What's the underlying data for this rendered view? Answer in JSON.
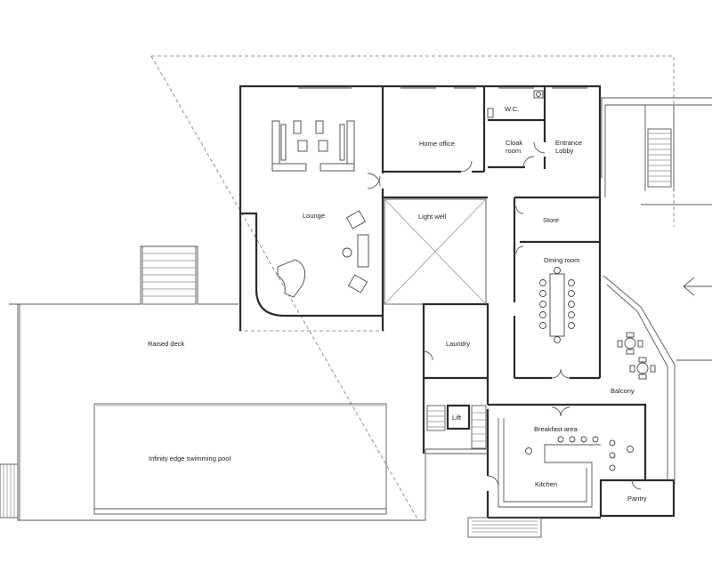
{
  "rooms": {
    "wc": "W.C.",
    "home_office": "Home office",
    "cloak_room_1": "Cloak",
    "cloak_room_2": "room",
    "entrance_lobby_1": "Entrance",
    "entrance_lobby_2": "Lobby",
    "lounge": "Lounge",
    "light_well": "Light well",
    "store": "Store",
    "dining_room": "Dining room",
    "raised_deck": "Raised deck",
    "laundry": "Laundry",
    "balcony": "Balcony",
    "lift": "Lift",
    "breakfast_area": "Breakfast area",
    "pool": "Infinity edge swimming pool",
    "kitchen": "Kitchen",
    "pantry": "Pantry"
  }
}
